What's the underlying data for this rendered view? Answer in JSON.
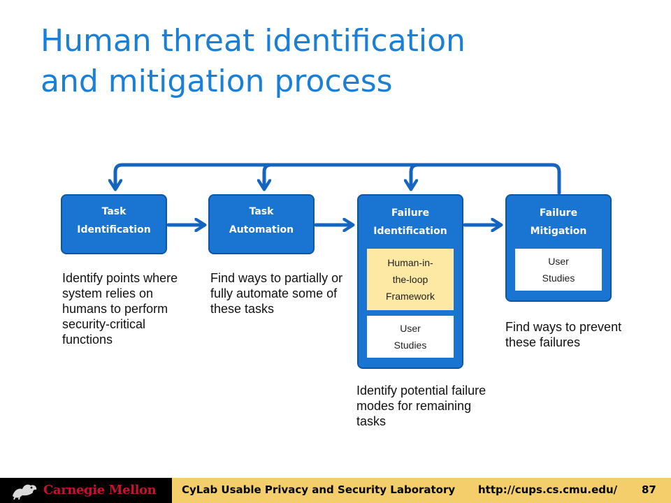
{
  "title": {
    "line1": "Human threat identification",
    "line2": "and mitigation process"
  },
  "colors": {
    "title": "#1a7fd6",
    "box": "#1a75d2",
    "box_border": "#0b57a6",
    "arrow": "#1565c0",
    "framework_fill": "#fde9a4",
    "footer_band": "#f3ce6a",
    "footer_logo_text": "#c41230"
  },
  "steps": [
    {
      "label_line1": "Task",
      "label_line2": "Identification",
      "description": "Identify points where system relies on humans to perform security-critical functions"
    },
    {
      "label_line1": "Task",
      "label_line2": "Automation",
      "description": "Find ways to partially or fully automate some of these tasks"
    },
    {
      "label_line1": "Failure",
      "label_line2": "Identification",
      "sub_items": [
        {
          "line1": "Human-in-",
          "line2": "the-loop",
          "line3": "Framework"
        },
        {
          "line1": "User",
          "line2": "Studies"
        }
      ],
      "description": "Identify potential failure modes for remaining tasks"
    },
    {
      "label_line1": "Failure",
      "label_line2": "Mitigation",
      "sub_items": [
        {
          "line1": "User",
          "line2": "Studies"
        }
      ],
      "description": "Find ways to prevent these failures"
    }
  ],
  "footer": {
    "logo_text": "Carnegie Mellon",
    "lab": "CyLab Usable Privacy and Security Laboratory",
    "url": "http://cups.cs.cmu.edu/",
    "page": "87"
  }
}
